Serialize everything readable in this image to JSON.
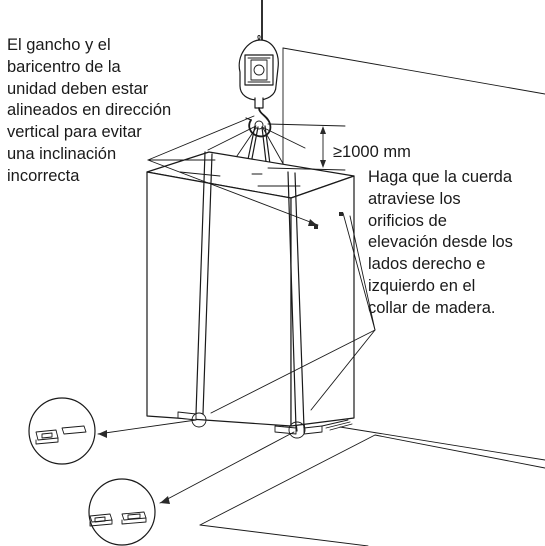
{
  "labels": {
    "alignment_note": [
      "El gancho y el",
      "baricentro de la",
      "unidad deben estar",
      "alineados en dirección",
      "vertical para evitar",
      "una inclinación",
      "incorrecta"
    ],
    "clearance": "≥1000 mm",
    "rope_note": [
      "Haga que la cuerda",
      "atraviese los",
      "orificios de",
      "elevación desde los",
      "lados derecho e",
      "izquierdo en el",
      "collar de madera."
    ]
  },
  "icons": {
    "hook": "crane-hook-icon",
    "unit": "outdoor-unit-box",
    "detail": "magnifier-detail-circle"
  }
}
